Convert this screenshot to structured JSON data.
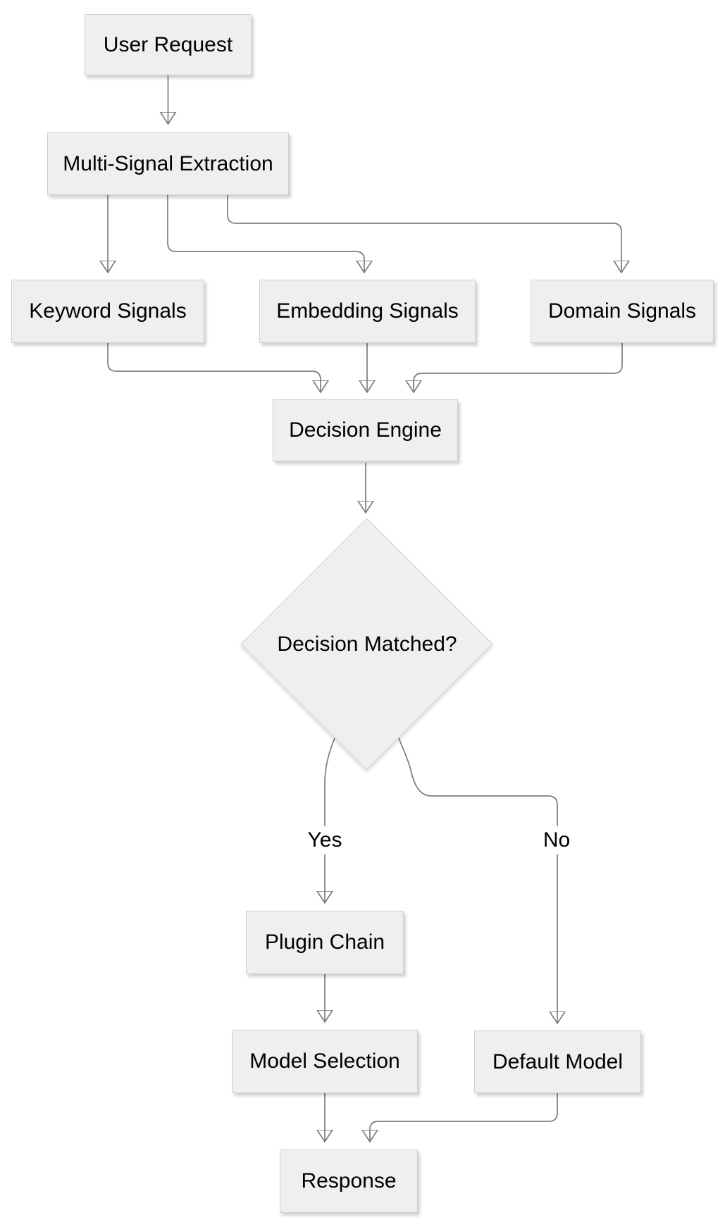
{
  "diagram": {
    "type": "flowchart",
    "direction": "top-down",
    "background": "#ffffff",
    "node_style": {
      "fill": "#efefef",
      "border": "#cfcfcf",
      "text_color": "#000000"
    },
    "edge_style": {
      "line_color": "#7d7d7d",
      "arrowhead_color": "#5c5c5c",
      "label_background": "#ffffff"
    },
    "nodes": [
      {
        "id": "user-request",
        "label": "User Request",
        "shape": "rectangle"
      },
      {
        "id": "multi-signal-extraction",
        "label": "Multi-Signal Extraction",
        "shape": "rectangle"
      },
      {
        "id": "keyword-signals",
        "label": "Keyword Signals",
        "shape": "rectangle"
      },
      {
        "id": "embedding-signals",
        "label": "Embedding Signals",
        "shape": "rectangle"
      },
      {
        "id": "domain-signals",
        "label": "Domain Signals",
        "shape": "rectangle"
      },
      {
        "id": "decision-engine",
        "label": "Decision Engine",
        "shape": "rectangle"
      },
      {
        "id": "decision-matched",
        "label": "Decision Matched?",
        "shape": "diamond"
      },
      {
        "id": "plugin-chain",
        "label": "Plugin Chain",
        "shape": "rectangle"
      },
      {
        "id": "model-selection",
        "label": "Model Selection",
        "shape": "rectangle"
      },
      {
        "id": "default-model",
        "label": "Default Model",
        "shape": "rectangle"
      },
      {
        "id": "response",
        "label": "Response",
        "shape": "rectangle"
      }
    ],
    "edges": [
      {
        "from": "user-request",
        "to": "multi-signal-extraction",
        "label": ""
      },
      {
        "from": "multi-signal-extraction",
        "to": "keyword-signals",
        "label": ""
      },
      {
        "from": "multi-signal-extraction",
        "to": "embedding-signals",
        "label": ""
      },
      {
        "from": "multi-signal-extraction",
        "to": "domain-signals",
        "label": ""
      },
      {
        "from": "keyword-signals",
        "to": "decision-engine",
        "label": ""
      },
      {
        "from": "embedding-signals",
        "to": "decision-engine",
        "label": ""
      },
      {
        "from": "domain-signals",
        "to": "decision-engine",
        "label": ""
      },
      {
        "from": "decision-engine",
        "to": "decision-matched",
        "label": ""
      },
      {
        "from": "decision-matched",
        "to": "plugin-chain",
        "label": "Yes"
      },
      {
        "from": "decision-matched",
        "to": "default-model",
        "label": "No"
      },
      {
        "from": "plugin-chain",
        "to": "model-selection",
        "label": ""
      },
      {
        "from": "model-selection",
        "to": "response",
        "label": ""
      },
      {
        "from": "default-model",
        "to": "response",
        "label": ""
      }
    ]
  }
}
